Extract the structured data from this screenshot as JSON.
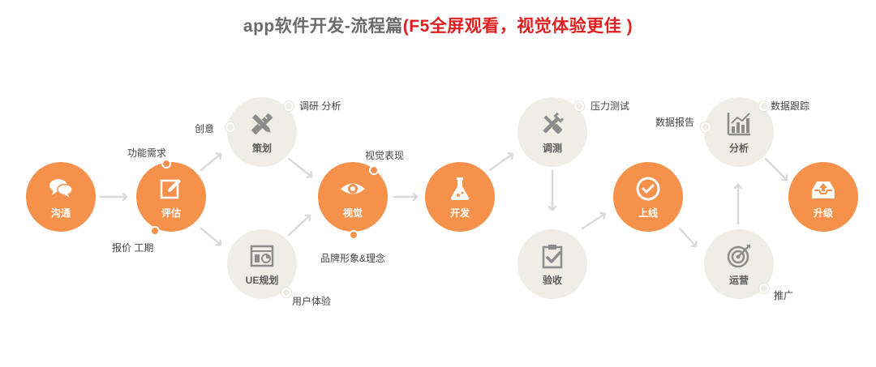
{
  "title": {
    "main": "app软件开发-流程篇",
    "highlight": "(F5全屏观看，视觉体验更佳 )"
  },
  "colors": {
    "orange": "#f5914a",
    "gray": "#efede6",
    "arrow": "#d9d9d9",
    "title_gray": "#6b6b6b",
    "title_red": "#e02020"
  },
  "nodes": {
    "goutong": {
      "label": "沟通",
      "icon": "chat-bubbles-icon"
    },
    "pinggu": {
      "label": "评估",
      "icon": "edit-icon"
    },
    "cehua": {
      "label": "策划",
      "icon": "pencil-ruler-icon"
    },
    "uiguihua": {
      "label": "UE规划",
      "icon": "layout-window-icon"
    },
    "shijue": {
      "label": "视觉",
      "icon": "eye-icon"
    },
    "kaifa": {
      "label": "开发",
      "icon": "flask-icon"
    },
    "tiaoce": {
      "label": "调测",
      "icon": "wrench-screwdriver-icon"
    },
    "yanshou": {
      "label": "验收",
      "icon": "clipboard-check-icon"
    },
    "shangxian": {
      "label": "上线",
      "icon": "check-circle-icon"
    },
    "yunying": {
      "label": "运营",
      "icon": "target-icon"
    },
    "fenxi": {
      "label": "分析",
      "icon": "bar-chart-icon"
    },
    "shengji": {
      "label": "升级",
      "icon": "inbox-upload-icon"
    }
  },
  "annotations": {
    "gongneng": "功能需求",
    "baojia": "报价 工期",
    "chuangyi": "创意",
    "tiaoyan": "调研 分析",
    "yonghu": "用户体验",
    "shijuebiaoxian": "视觉表现",
    "pinpai": "品牌形象&理念",
    "yali": "压力测试",
    "shujubaogao": "数据报告",
    "shujugenzong": "数据跟踪",
    "tuiguang": "推广"
  }
}
